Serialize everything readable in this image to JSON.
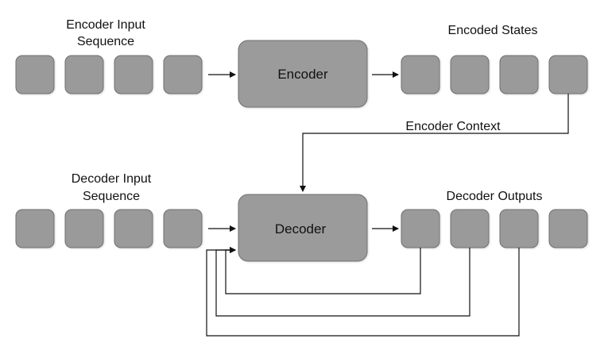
{
  "labels": {
    "encoder_input_line1": "Encoder Input",
    "encoder_input_line2": "Sequence",
    "encoded_states": "Encoded States",
    "encoder_context": "Encoder Context",
    "decoder_input_line1": "Decoder Input",
    "decoder_input_line2": "Sequence",
    "decoder_outputs": "Decoder Outputs"
  },
  "blocks": {
    "encoder": "Encoder",
    "decoder": "Decoder"
  },
  "colors": {
    "token_fill": "#9a9a9a",
    "block_fill": "#9b9b9b",
    "stroke": "#6f6f6f",
    "line": "#111111"
  }
}
